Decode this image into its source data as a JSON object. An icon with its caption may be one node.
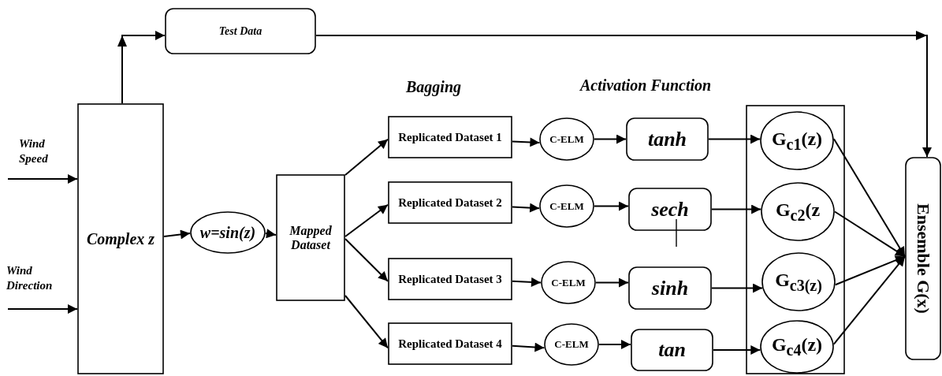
{
  "diagram": {
    "nodes": [
      {
        "text": [
          "Complex z"
        ]
      },
      {
        "text": [
          "Test Data"
        ]
      },
      {
        "text": [
          "w=sin(z)"
        ]
      },
      {
        "text": [
          "Mapped Dataset"
        ]
      },
      {
        "text": [
          "Replicated Dataset 1"
        ]
      },
      {
        "text": [
          "Replicated Dataset 2"
        ]
      },
      {
        "text": [
          "Replicated Dataset 3"
        ]
      },
      {
        "text": [
          "Replicated Dataset 4"
        ]
      },
      {
        "text": [
          "C-ELM"
        ]
      },
      {
        "text": [
          "C-ELM"
        ]
      },
      {
        "text": [
          "C-ELM"
        ]
      },
      {
        "text": [
          "C-ELM"
        ]
      },
      {
        "text": [
          "tanh"
        ]
      },
      {
        "text": [
          "sech"
        ]
      },
      {
        "text": [
          "sinh"
        ]
      },
      {
        "text": [
          "tan"
        ]
      },
      {
        "text": [],
        "shape": "box"
      },
      {
        "text": [
          "G$_{c1}$(z)"
        ],
        "in": 16
      },
      {
        "text": [
          "G$_{c2}$(z"
        ],
        "in": 16
      },
      {
        "text": [
          "G$_{c3(z)}$"
        ],
        "in": 16
      },
      {
        "text": [
          "G$_{c4}$(z)"
        ],
        "in": 16
      },
      {
        "text": [
          "Ensemble G(x)"
        ]
      }
    ],
    "edges": [
      {
        "from": null,
        "to": 0,
        "arrow": "to"
      },
      {
        "from": null,
        "to": 0,
        "arrow": "to"
      },
      {
        "from": 0,
        "to": 1,
        "arrow": "to"
      },
      {
        "from": 1,
        "to": 21,
        "arrow": "to"
      },
      {
        "from": 0,
        "to": 2,
        "arrow": "to"
      },
      {
        "from": 2,
        "to": 3,
        "arrow": "to"
      },
      {
        "from": 3,
        "to": 4,
        "arrow": "to"
      },
      {
        "from": 3,
        "to": 5,
        "arrow": "to"
      },
      {
        "from": 3,
        "to": 6,
        "arrow": "to"
      },
      {
        "from": 3,
        "to": 7,
        "arrow": "to"
      },
      {
        "from": 4,
        "to": 8,
        "arrow": "to"
      },
      {
        "from": 5,
        "to": 9,
        "arrow": "to"
      },
      {
        "from": 6,
        "to": 10,
        "arrow": "to"
      },
      {
        "from": 7,
        "to": 11,
        "arrow": "to"
      },
      {
        "from": 8,
        "to": 12,
        "arrow": "to"
      },
      {
        "from": 9,
        "to": 13,
        "arrow": "to"
      },
      {
        "from": 10,
        "to": 14,
        "arrow": "to"
      },
      {
        "from": 11,
        "to": 15,
        "arrow": "to"
      },
      {
        "from": 12,
        "to": 17,
        "arrow": "to"
      },
      {
        "from": 13,
        "to": 18,
        "arrow": "to"
      },
      {
        "from": 14,
        "to": 19,
        "arrow": "to"
      },
      {
        "from": 15,
        "to": 20,
        "arrow": "to"
      },
      {
        "from": 17,
        "to": 21,
        "arrow": "to"
      },
      {
        "from": 18,
        "to": 21,
        "arrow": "to"
      },
      {
        "from": 19,
        "to": 21,
        "arrow": "to"
      },
      {
        "from": 20,
        "to": 21,
        "arrow": "to"
      }
    ],
    "labels": [
      "Bagging",
      "Activation Function",
      "Wind Speed",
      "Wind Direction"
    ]
  }
}
